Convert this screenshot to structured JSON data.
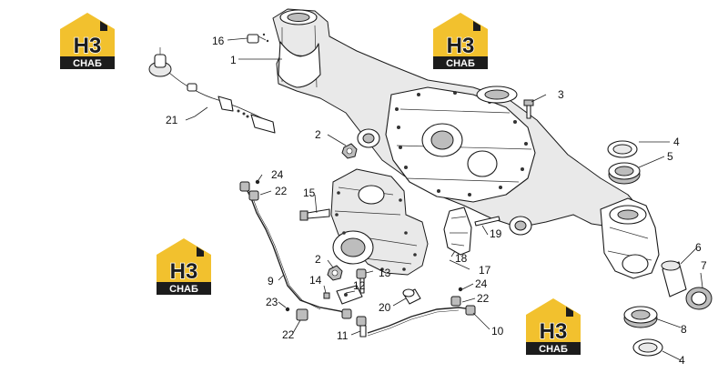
{
  "watermark": {
    "big": "Н3",
    "small": "СНАБ",
    "colors": {
      "yellow": "#f2c12e",
      "dark": "#1c1c1c",
      "white": "#ffffff"
    }
  },
  "callouts": [
    {
      "id": "c1",
      "text": "1"
    },
    {
      "id": "c2a",
      "text": "2"
    },
    {
      "id": "c2b",
      "text": "2"
    },
    {
      "id": "c3",
      "text": "3"
    },
    {
      "id": "c4a",
      "text": "4"
    },
    {
      "id": "c4b",
      "text": "4"
    },
    {
      "id": "c5",
      "text": "5"
    },
    {
      "id": "c6",
      "text": "6"
    },
    {
      "id": "c7",
      "text": "7"
    },
    {
      "id": "c8",
      "text": "8"
    },
    {
      "id": "c9",
      "text": "9"
    },
    {
      "id": "c10",
      "text": "10"
    },
    {
      "id": "c11",
      "text": "11"
    },
    {
      "id": "c12",
      "text": "12"
    },
    {
      "id": "c13",
      "text": "13"
    },
    {
      "id": "c14",
      "text": "14"
    },
    {
      "id": "c15",
      "text": "15"
    },
    {
      "id": "c16",
      "text": "16"
    },
    {
      "id": "c17",
      "text": "17"
    },
    {
      "id": "c18",
      "text": "18"
    },
    {
      "id": "c19",
      "text": "19"
    },
    {
      "id": "c20",
      "text": "20"
    },
    {
      "id": "c21",
      "text": "21"
    },
    {
      "id": "c22a",
      "text": "22"
    },
    {
      "id": "c22b",
      "text": "22"
    },
    {
      "id": "c22c",
      "text": "22"
    },
    {
      "id": "c23",
      "text": "23"
    },
    {
      "id": "c24a",
      "text": "24"
    },
    {
      "id": "c24b",
      "text": "24"
    }
  ]
}
